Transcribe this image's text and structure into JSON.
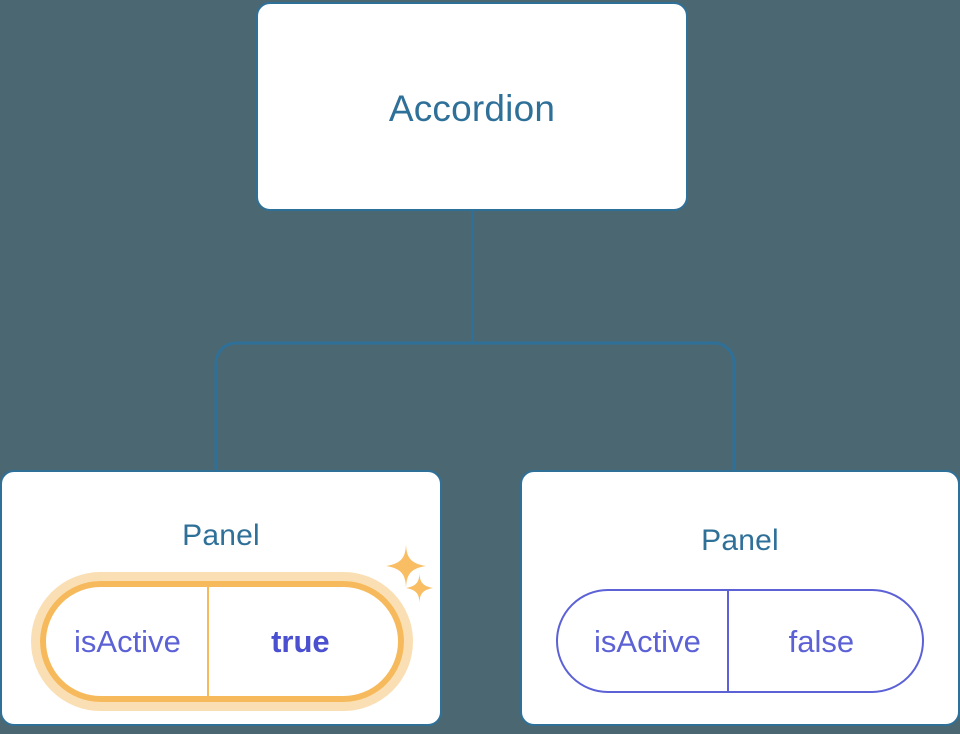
{
  "diagram": {
    "background_color": "#4b6872",
    "node_border_color": "#2f7099",
    "node_title_color": "#2f7099",
    "prop_color": "#5c62d6",
    "highlight_border_color": "#f6ba5c",
    "highlight_glow_color": "#fbdfb4",
    "sparkle_color": "#f9be64",
    "connector_color": "#2f7099"
  },
  "root": {
    "title": "Accordion"
  },
  "panels": [
    {
      "title": "Panel",
      "prop_key": "isActive",
      "prop_value": "true",
      "highlighted": true,
      "sparkle_big": "sparkle-icon",
      "sparkle_small": "sparkle-icon"
    },
    {
      "title": "Panel",
      "prop_key": "isActive",
      "prop_value": "false",
      "highlighted": false
    }
  ]
}
